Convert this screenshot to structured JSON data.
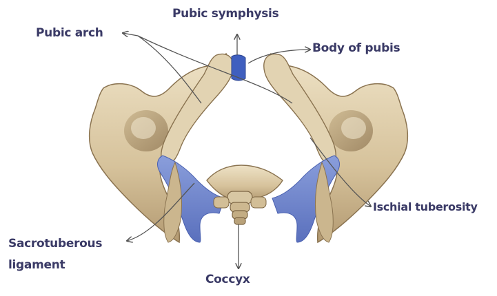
{
  "labels": {
    "pubic_symphysis": "Pubic symphysis",
    "pubic_arch": "Pubic arch",
    "body_of_pubis": "Body of pubis",
    "ischial_tuberosity": "Ischial tuberosity",
    "sacrotuberous_line1": "Sacrotuberous",
    "sacrotuberous_line2": "ligament",
    "coccyx": "Coccyx"
  },
  "colors": {
    "bone": "#d8c7a3",
    "bone_shadow": "#a88f67",
    "bone_light": "#efe4cc",
    "ligament": "#6f86cf",
    "label_text": "#3a3a66",
    "leader_line": "#555555"
  }
}
